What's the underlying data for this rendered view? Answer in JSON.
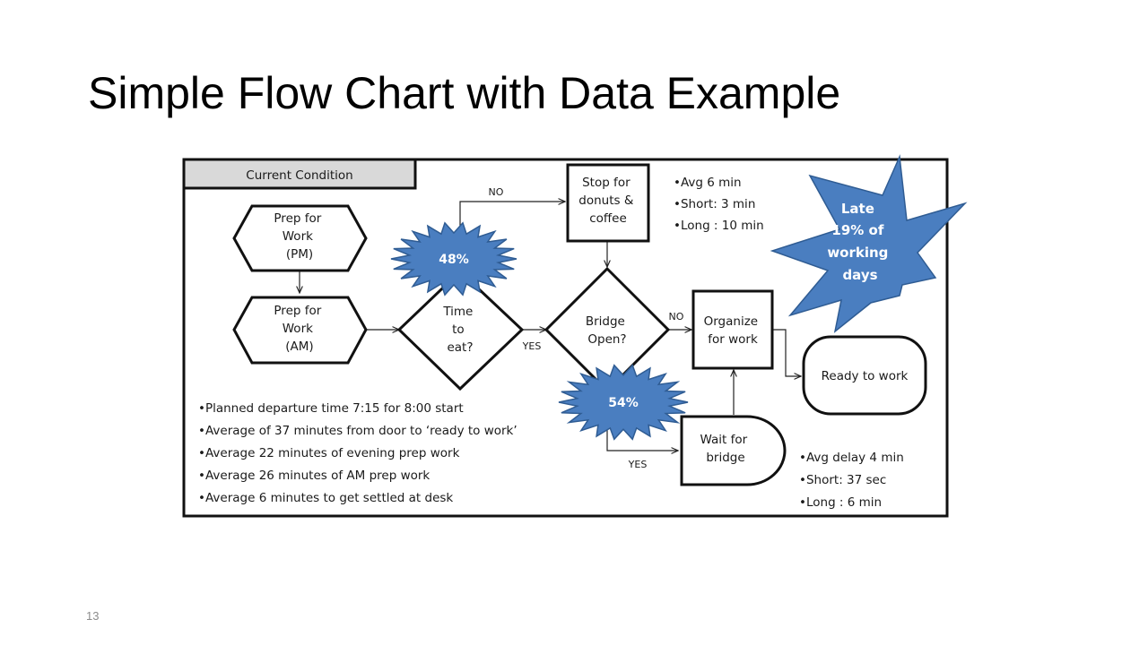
{
  "slide": {
    "title": "Simple Flow Chart with Data Example",
    "page_number": "13"
  },
  "diagram": {
    "frame_label": "Current Condition",
    "nodes": {
      "prep_pm": [
        "Prep for",
        "Work",
        "(PM)"
      ],
      "prep_am": [
        "Prep for",
        "Work",
        "(AM)"
      ],
      "time_to_eat": [
        "Time",
        "to",
        "eat?"
      ],
      "stop_donuts": [
        "Stop for",
        "donuts &",
        "coffee"
      ],
      "bridge_open": [
        "Bridge",
        "Open?"
      ],
      "organize": [
        "Organize",
        "for work"
      ],
      "ready": "Ready to work",
      "wait_bridge": [
        "Wait for",
        "bridge"
      ]
    },
    "edge_labels": {
      "eat_no": "NO",
      "eat_yes": "YES",
      "bridge_no": "NO",
      "bridge_yes": "YES"
    },
    "bursts": {
      "eat_pct": "48%",
      "bridge_pct": "54%",
      "late": [
        "Late",
        "19% of",
        "working",
        "days"
      ]
    },
    "donut_stats": [
      "•Avg 6 min",
      "•Short: 3 min",
      "•Long : 10 min"
    ],
    "bridge_stats": [
      "•Avg delay 4 min",
      "•Short: 37 sec",
      "•Long : 6 min"
    ],
    "notes": [
      "•Planned departure time 7:15 for 8:00 start",
      "•Average of 37 minutes from door  to ‘ready to work’",
      "•Average 22 minutes of evening prep work",
      "•Average 26 minutes of AM prep work",
      "•Average 6 minutes to get settled at desk"
    ]
  },
  "colors": {
    "burst_fill": "#4a7ec0",
    "header_fill": "#d9d9d9"
  }
}
